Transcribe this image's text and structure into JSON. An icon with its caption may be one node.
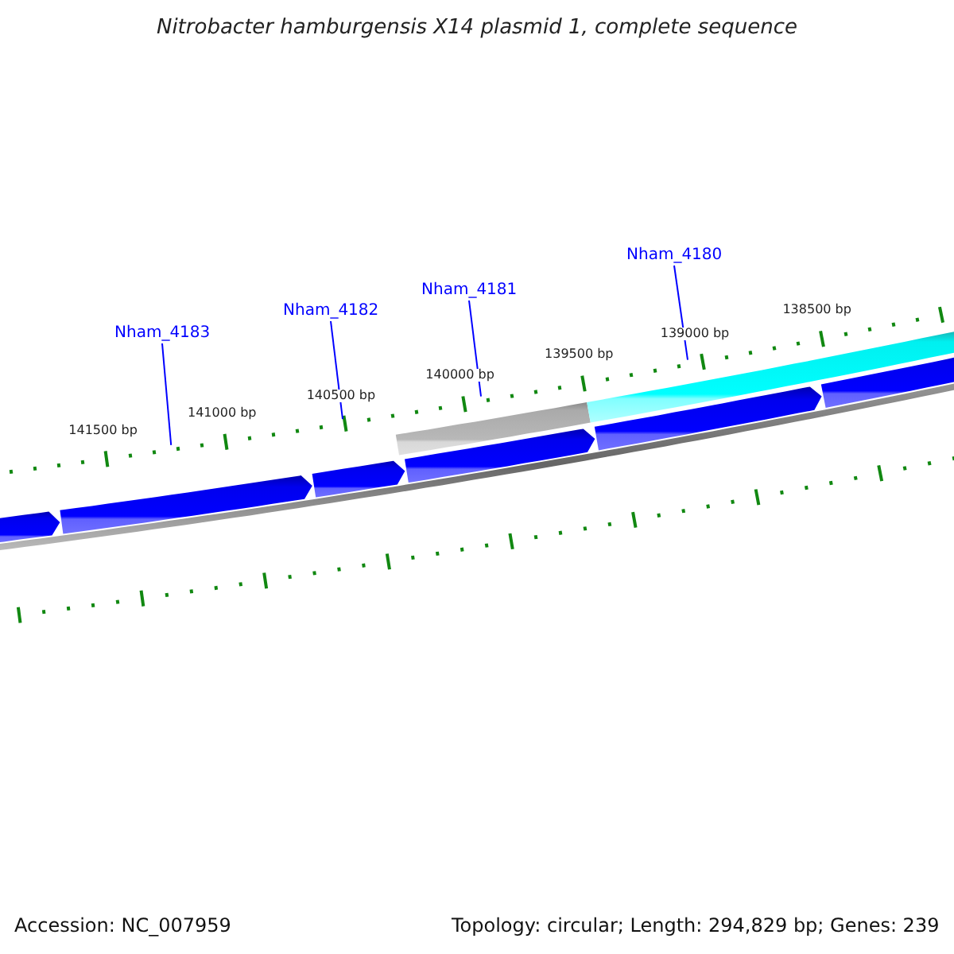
{
  "diagram": {
    "title": "Nitrobacter hamburgensis X14 plasmid 1, complete sequence",
    "nodes": [
      {
        "text": [
          "Nham_4183"
        ]
      },
      {
        "text": [
          "Nham_4182"
        ]
      },
      {
        "text": [
          "Nham_4181"
        ]
      },
      {
        "text": [
          "Nham_4180"
        ]
      }
    ],
    "edges": [
      {
        "from": 0,
        "to": null,
        "arrow": "none"
      },
      {
        "from": 1,
        "to": null,
        "arrow": "none"
      },
      {
        "from": 2,
        "to": null,
        "arrow": "none"
      },
      {
        "from": 3,
        "to": null,
        "arrow": "none"
      }
    ],
    "labels": [
      "141500 bp",
      "141000 bp",
      "140500 bp",
      "140000 bp",
      "139500 bp",
      "139000 bp",
      "138500 bp",
      "Accession: NC_007959",
      "Topology: circular; Length: 294,829 bp; Genes: 239"
    ]
  }
}
